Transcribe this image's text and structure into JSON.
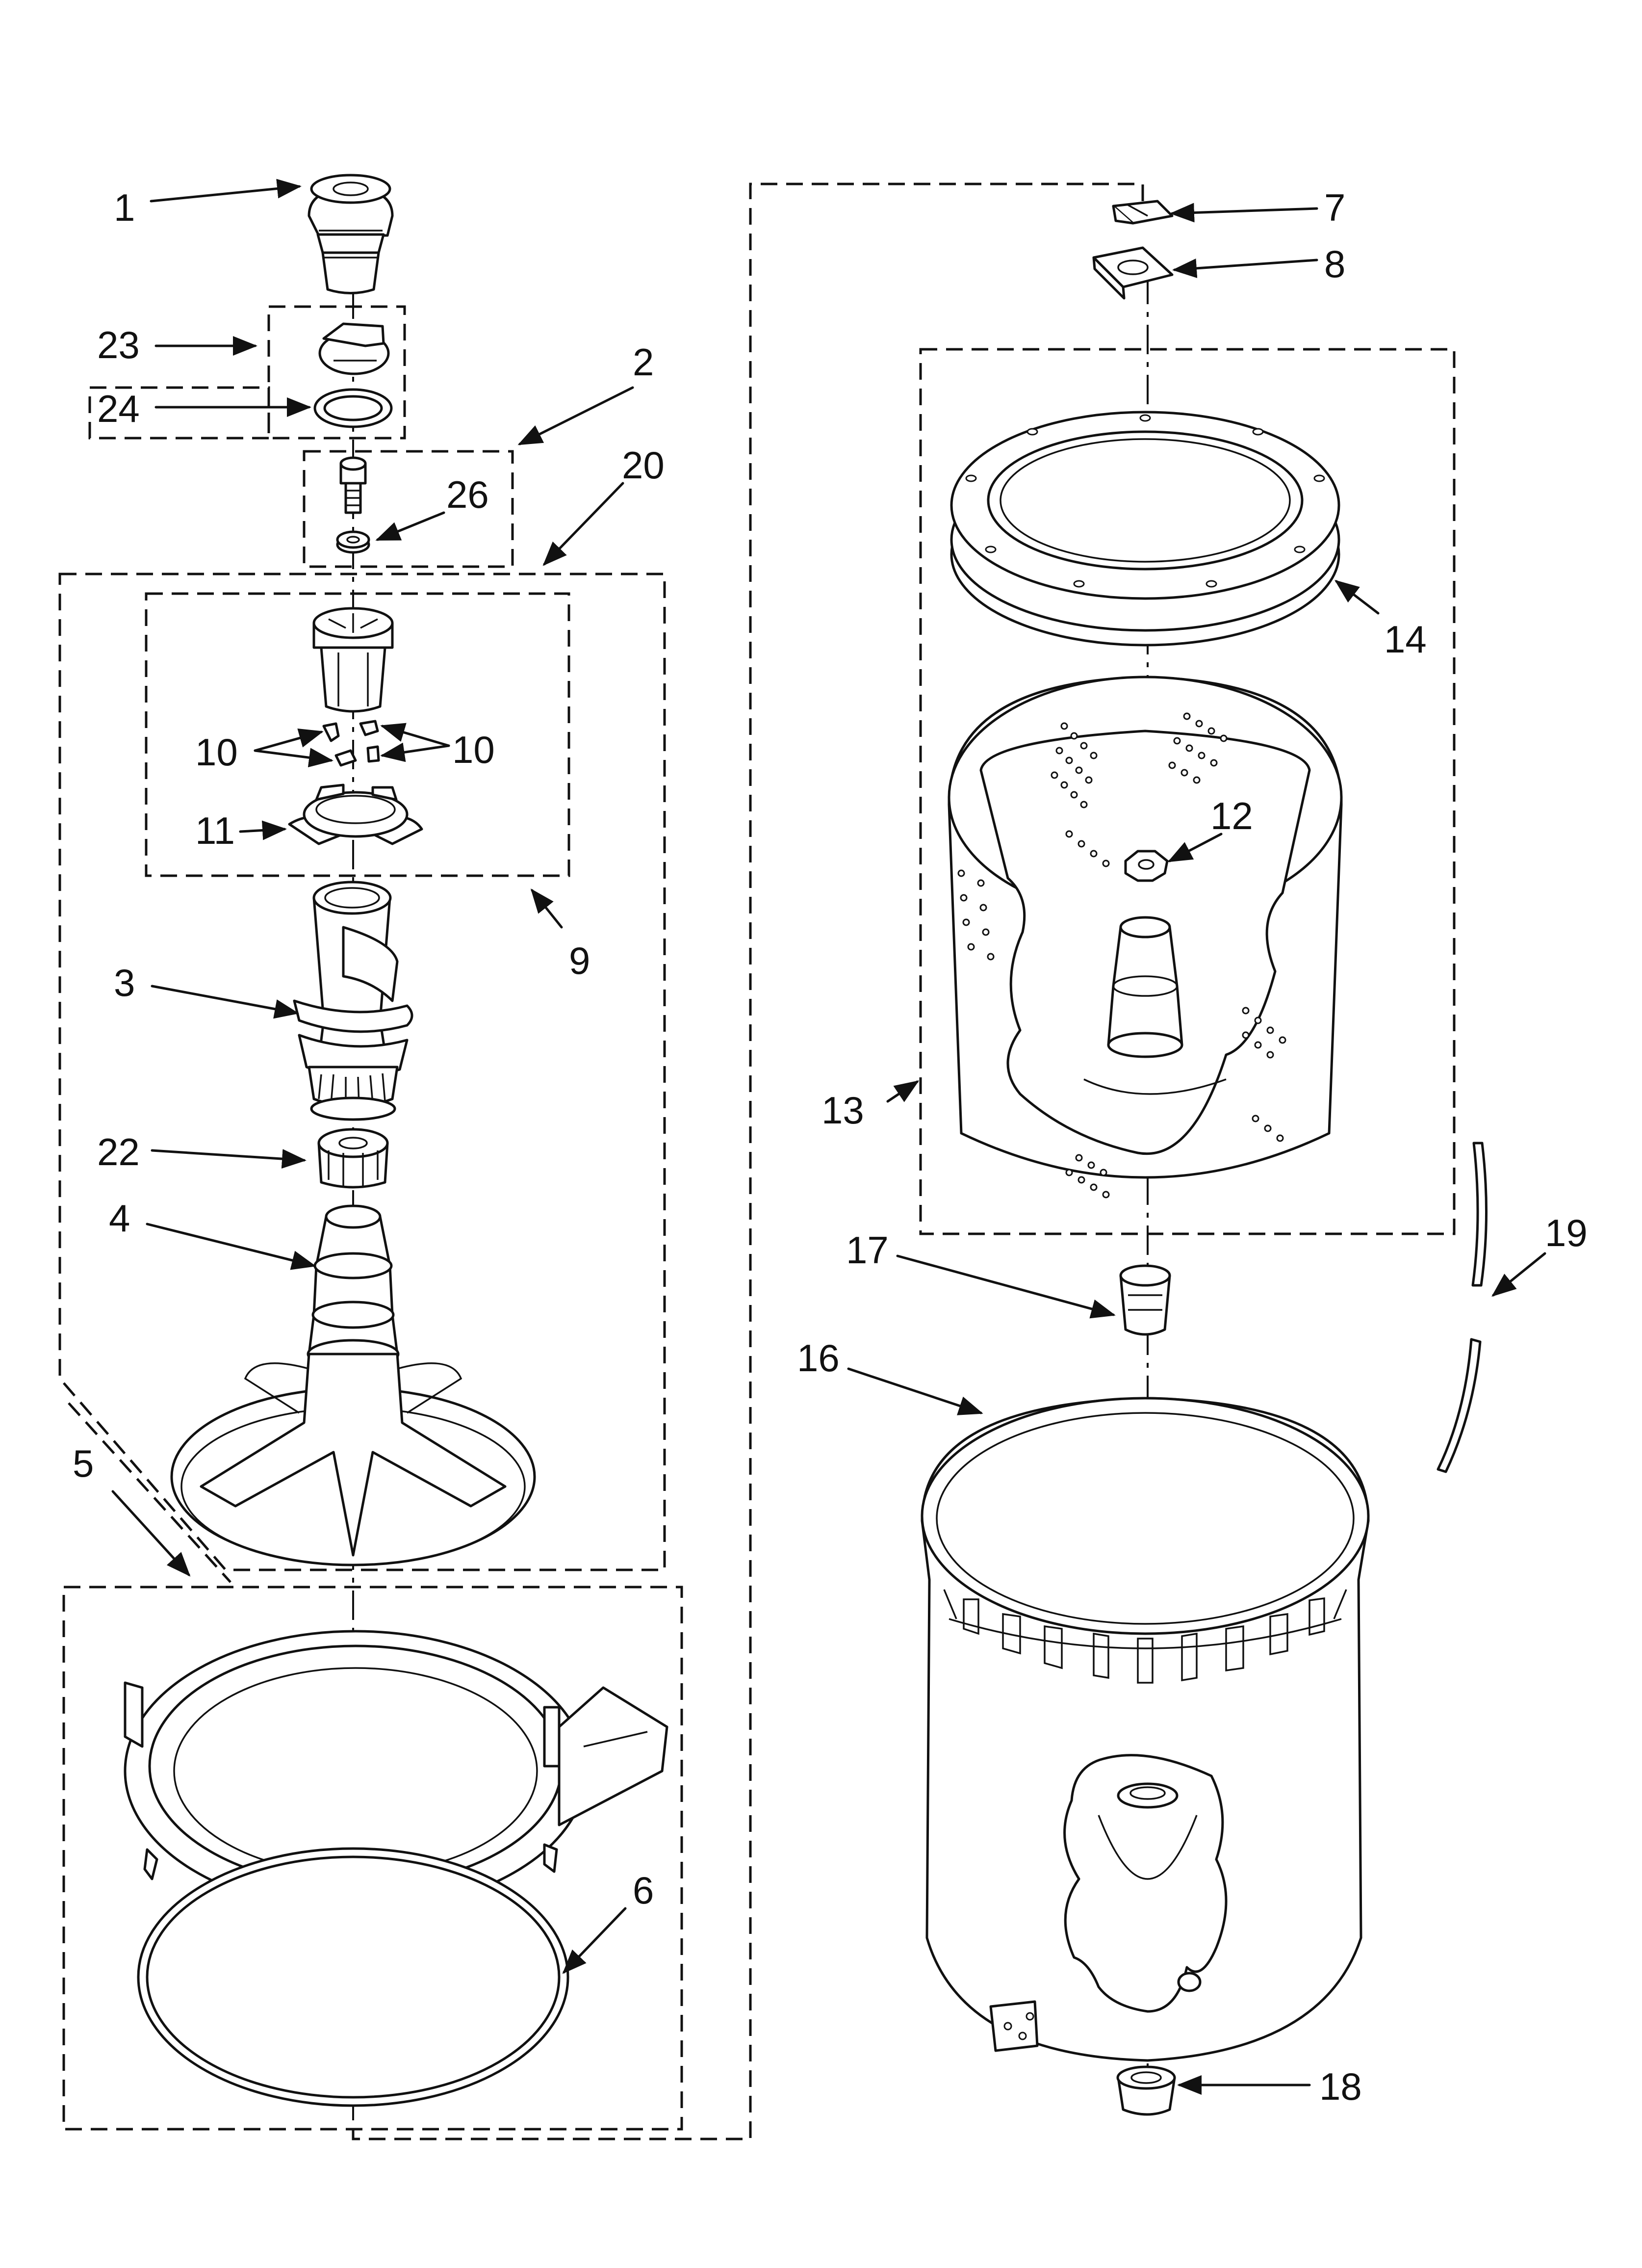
{
  "diagram": {
    "callouts": [
      "1",
      "23",
      "24",
      "2",
      "26",
      "20",
      "10",
      "10",
      "11",
      "9",
      "3",
      "22",
      "4",
      "5",
      "6",
      "7",
      "8",
      "14",
      "12",
      "13",
      "17",
      "19",
      "16",
      "18"
    ]
  }
}
